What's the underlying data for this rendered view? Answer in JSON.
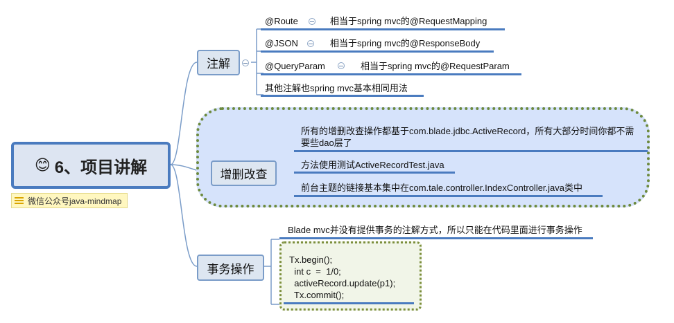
{
  "root": {
    "emoji": "😊",
    "title": "6、项目讲解",
    "note": "微信公众号java-mindmap"
  },
  "branches": {
    "annotations": {
      "label": "注解",
      "items": [
        {
          "name": "@Route",
          "desc": "相当于spring mvc的@RequestMapping"
        },
        {
          "name": "@JSON",
          "desc": "相当于spring mvc的@ResponseBody"
        },
        {
          "name": "@QueryParam",
          "desc": "相当于spring mvc的@RequestParam"
        },
        {
          "name": "其他注解也spring mvc基本相同用法"
        }
      ]
    },
    "crud": {
      "label": "增删改查",
      "items": [
        "所有的增删改查操作都基于com.blade.jdbc.ActiveRecord，所有大部分时间你都不需",
        "要些dao层了",
        "方法使用测试ActiveRecordTest.java",
        "前台主题的链接基本集中在com.tale.controller.IndexController.java类中"
      ]
    },
    "transaction": {
      "label": "事务操作",
      "desc": "Blade mvc并没有提供事务的注解方式，所以只能在代码里面进行事务操作",
      "code": [
        "Tx.begin();",
        "  int c  =  1/0;",
        "  activeRecord.update(p1);",
        "  Tx.commit();"
      ]
    }
  },
  "colors": {
    "accent": "#4a7bbf",
    "branch_fill": "#dde6f1",
    "cloud_fill": "#d6e3fb",
    "cloud_border": "#6d8a3e",
    "note_fill": "#fff7c0"
  },
  "icons": [
    "smiley-icon",
    "note-icon",
    "collapse-icon"
  ]
}
